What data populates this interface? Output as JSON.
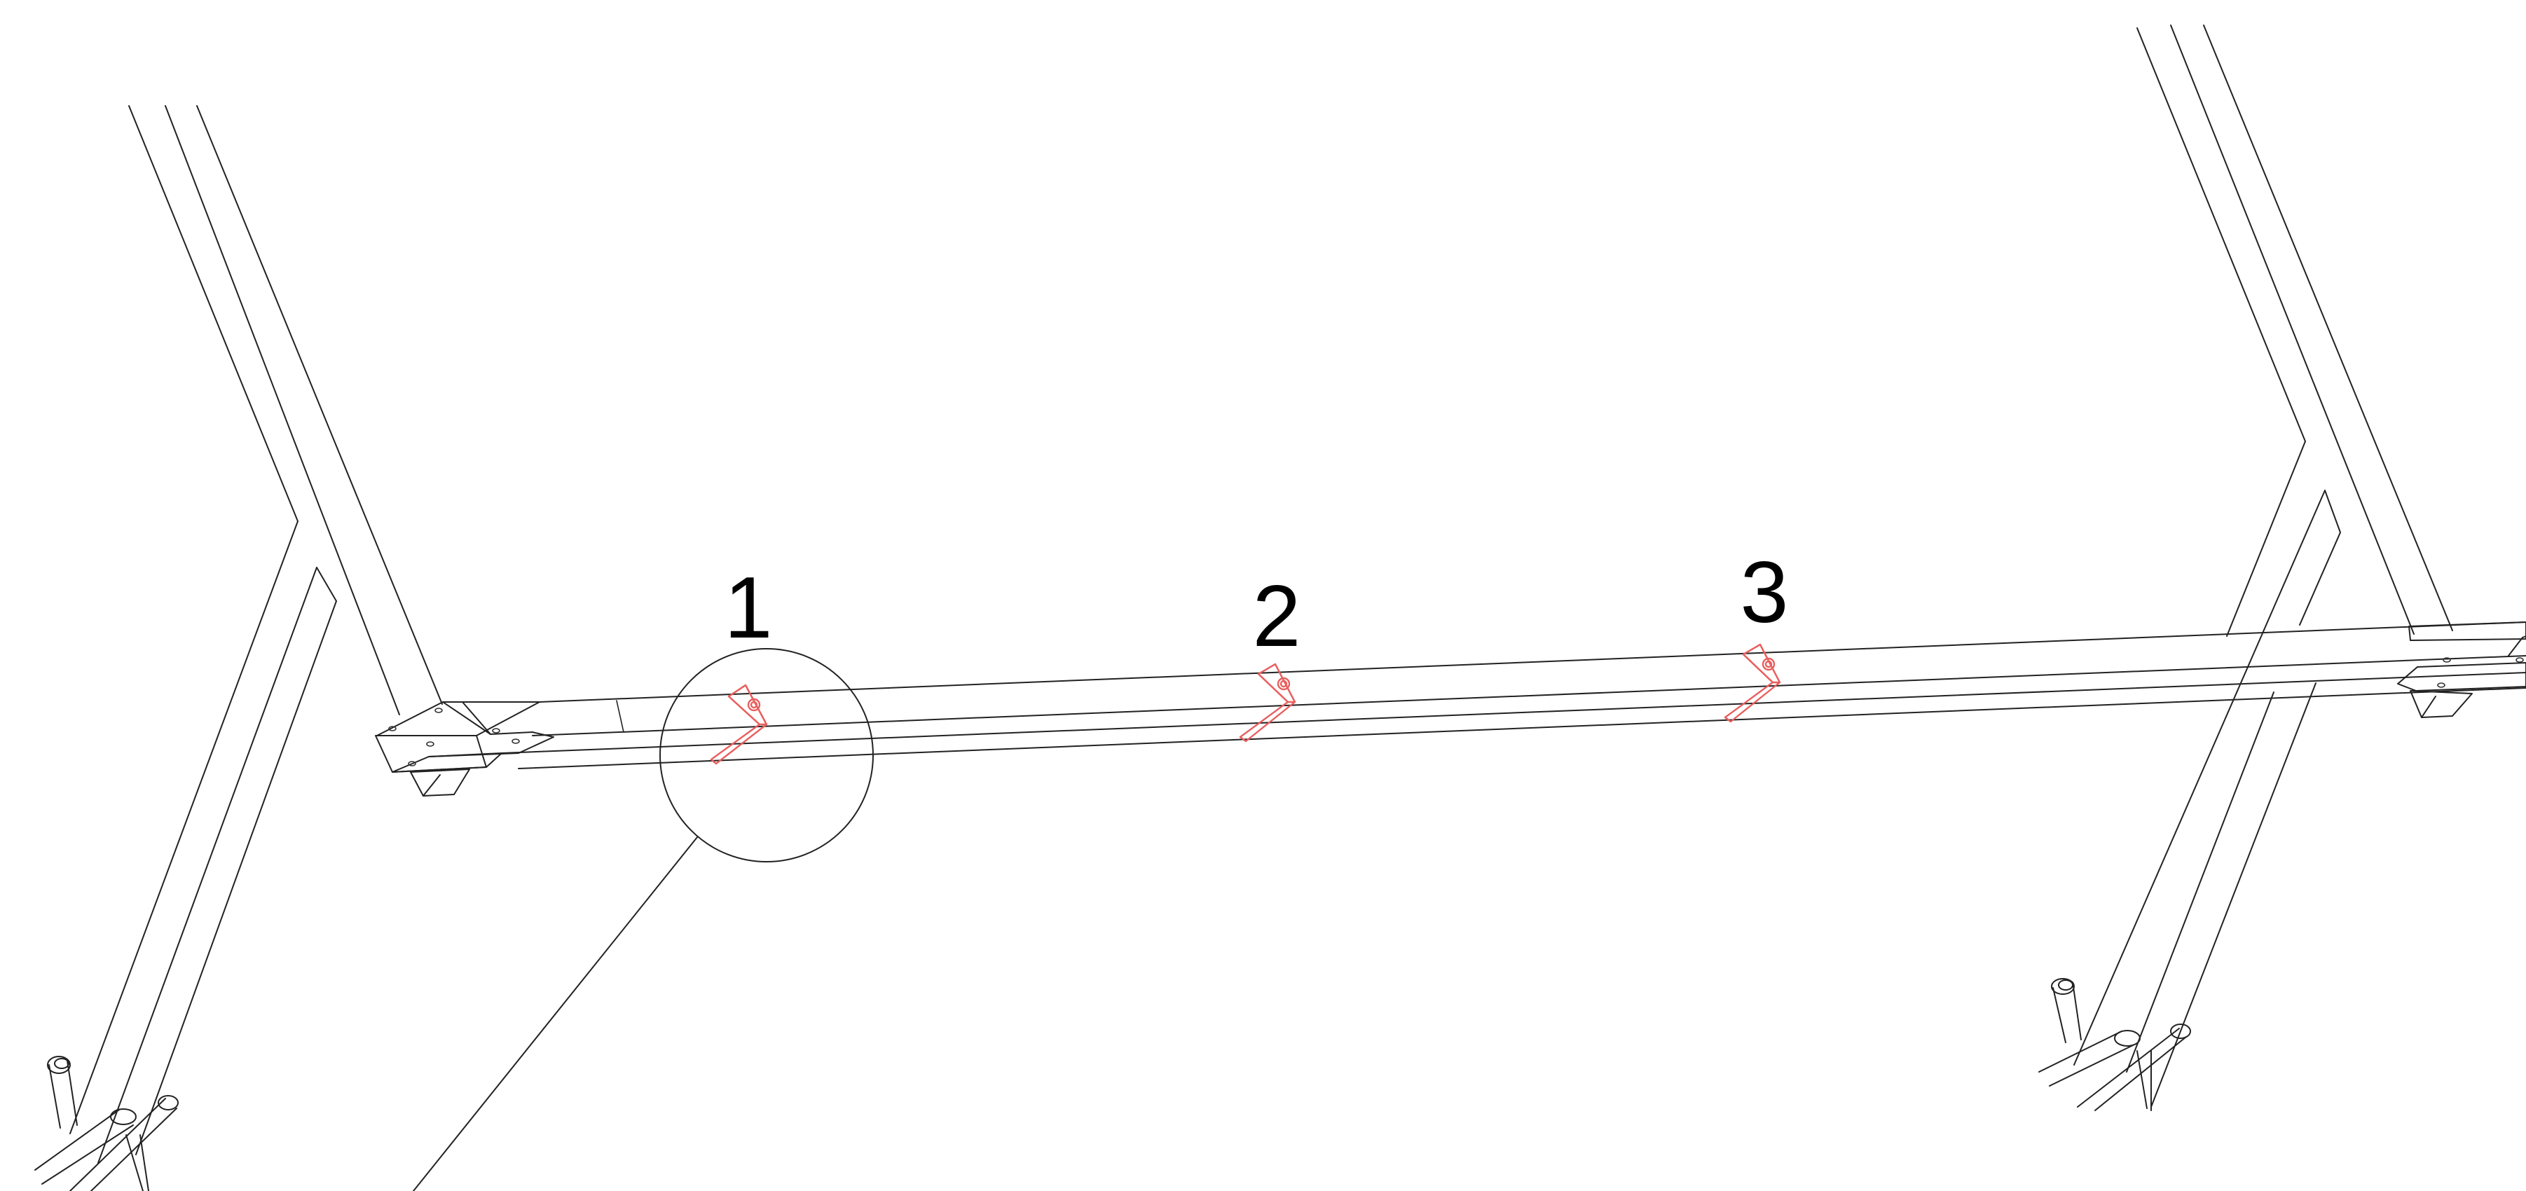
{
  "callouts": [
    {
      "id": "1",
      "label": "1"
    },
    {
      "id": "2",
      "label": "2"
    },
    {
      "id": "3",
      "label": "3"
    }
  ],
  "detail_circle": {
    "callout": "1"
  },
  "colors": {
    "line": "#222222",
    "bracket_highlight": "#e8605f",
    "label": "#000000",
    "background": "#ffffff"
  }
}
